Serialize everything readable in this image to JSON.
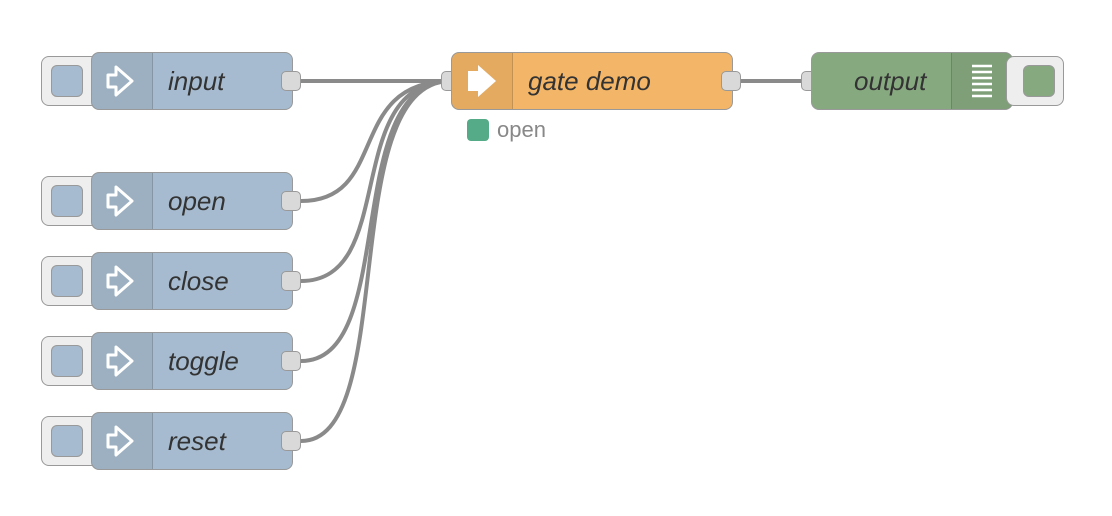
{
  "colors": {
    "inject": "#a6bbcf",
    "gate": "#f3b567",
    "debug": "#87a980",
    "wire": "#8a8a8a",
    "status_open": "#55aa88"
  },
  "nodes": {
    "inject_input": {
      "label": "input",
      "icon": "arrow-right-icon"
    },
    "inject_open": {
      "label": "open",
      "icon": "arrow-right-icon"
    },
    "inject_close": {
      "label": "close",
      "icon": "arrow-right-icon"
    },
    "inject_toggle": {
      "label": "toggle",
      "icon": "arrow-right-icon"
    },
    "inject_reset": {
      "label": "reset",
      "icon": "arrow-right-icon"
    },
    "gate": {
      "label": "gate demo",
      "icon": "arrow-right-icon",
      "status": "open"
    },
    "output": {
      "label": "output",
      "icon": "list-icon"
    }
  }
}
